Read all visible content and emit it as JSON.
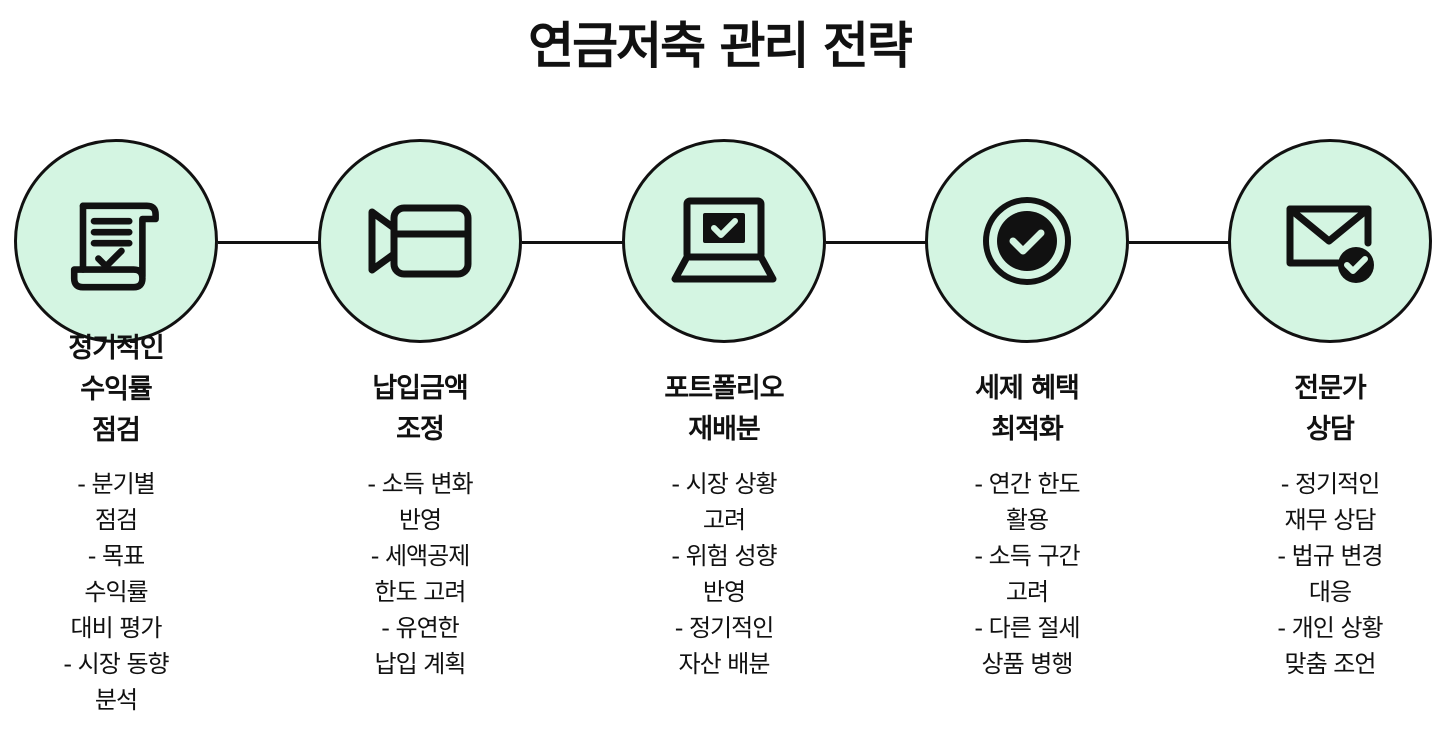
{
  "title": "연금저축 관리 전략",
  "colors": {
    "circle_fill": "#d4f5e2",
    "stroke": "#111111",
    "background": "#ffffff"
  },
  "steps": [
    {
      "icon": "scroll-check-icon",
      "title": [
        "정기적인",
        "수익률",
        "점검"
      ],
      "desc": [
        "- 분기별",
        "점검",
        "- 목표",
        "수익률",
        "대비 평가",
        "- 시장 동향",
        "분석"
      ]
    },
    {
      "icon": "video-camera-icon",
      "title": [
        "납입금액",
        "조정"
      ],
      "desc": [
        "- 소득 변화",
        "반영",
        "- 세액공제",
        "한도 고려",
        "- 유연한",
        "납입 계획"
      ]
    },
    {
      "icon": "laptop-check-icon",
      "title": [
        "포트폴리오",
        "재배분"
      ],
      "desc": [
        "- 시장 상황",
        "고려",
        "- 위험 성향",
        "반영",
        "- 정기적인",
        "자산 배분"
      ]
    },
    {
      "icon": "check-circle-icon",
      "title": [
        "세제 혜택",
        "최적화"
      ],
      "desc": [
        "- 연간 한도",
        "활용",
        "- 소득 구간",
        "고려",
        "- 다른 절세",
        "상품 병행"
      ]
    },
    {
      "icon": "mail-check-icon",
      "title": [
        "전문가",
        "상담"
      ],
      "desc": [
        "- 정기적인",
        "재무 상담",
        "- 법규 변경",
        "대응",
        "- 개인 상황",
        "맞춤 조언"
      ]
    }
  ]
}
